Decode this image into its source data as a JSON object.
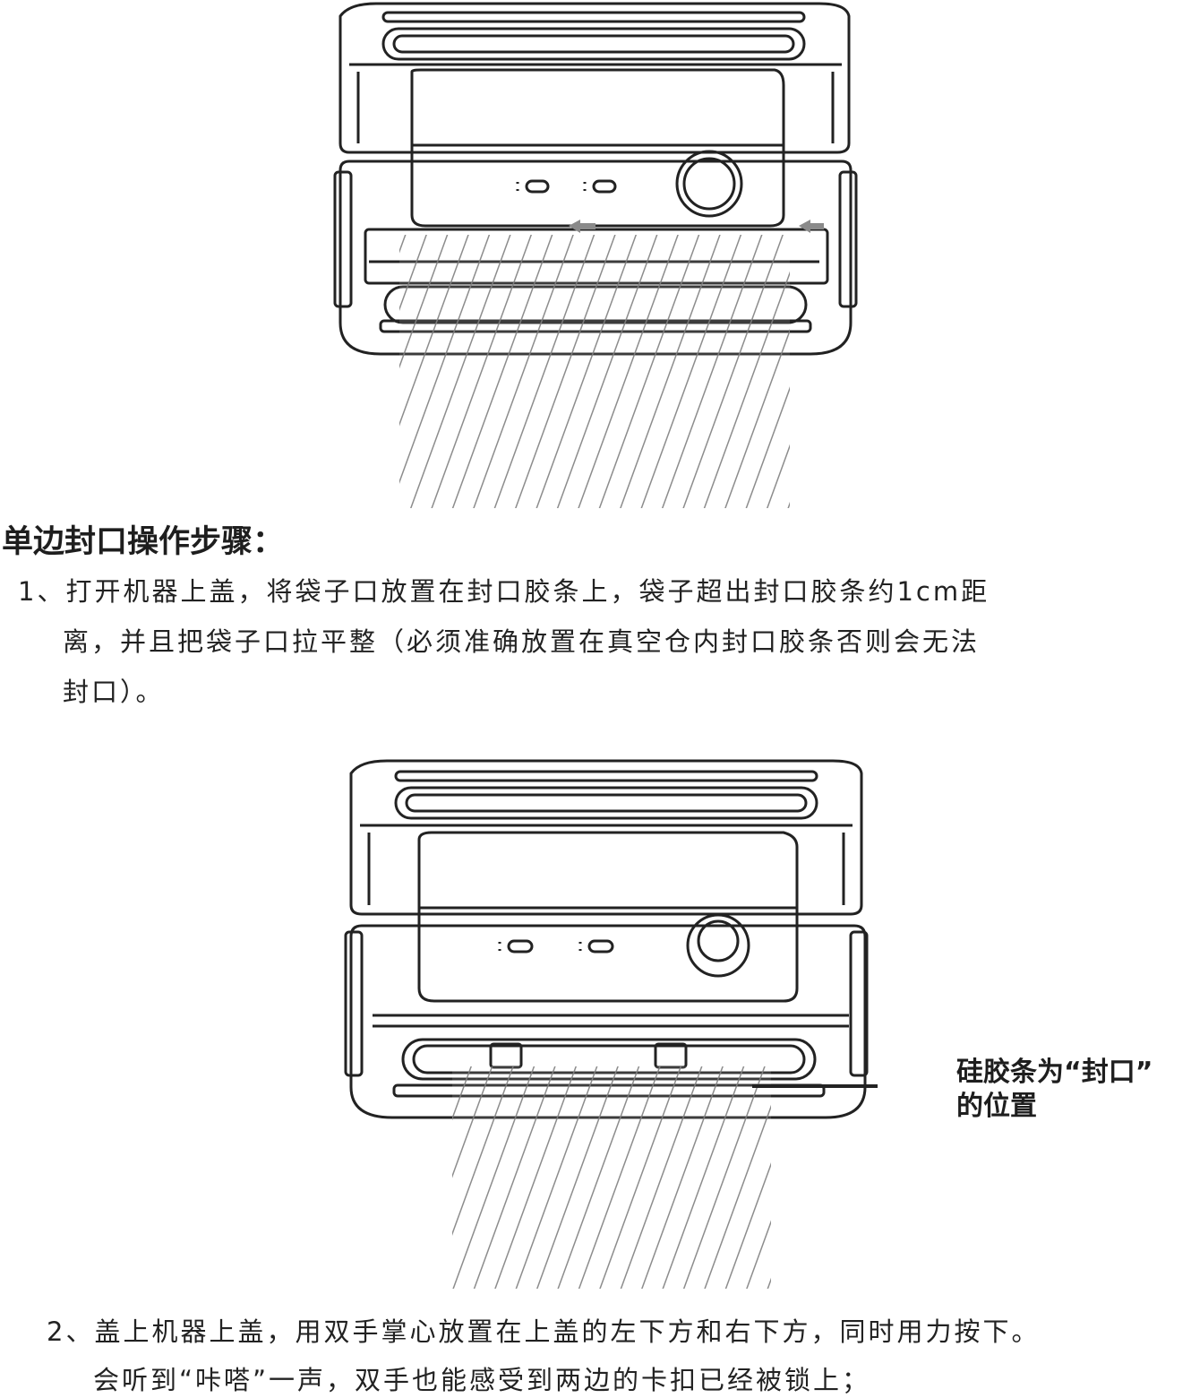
{
  "heading": "单边封口操作步骤：",
  "steps": [
    {
      "lines": [
        "1、打开机器上盖，将袋子口放置在封口胶条上，袋子超出封口胶条约1cm距",
        "离，并且把袋子口拉平整（必须准确放置在真空仓内封口胶条否则会无法",
        "封口）。"
      ]
    },
    {
      "lines": [
        "2、盖上机器上盖，用双手掌心放置在上盖的左下方和右下方，同时用力按下。",
        "会听到“咔嗒”一声，双手也能感受到两边的卡扣已经被锁上；"
      ]
    }
  ],
  "callout": {
    "lines": [
      "硅胶条为“封口”",
      "的位置"
    ]
  },
  "colors": {
    "text": "#222222",
    "line_art": "#222222",
    "bag_hatch": "#777777"
  },
  "icons": [
    "vacuum-sealer-illustration",
    "bag-hatch",
    "arrow-left-icon"
  ]
}
